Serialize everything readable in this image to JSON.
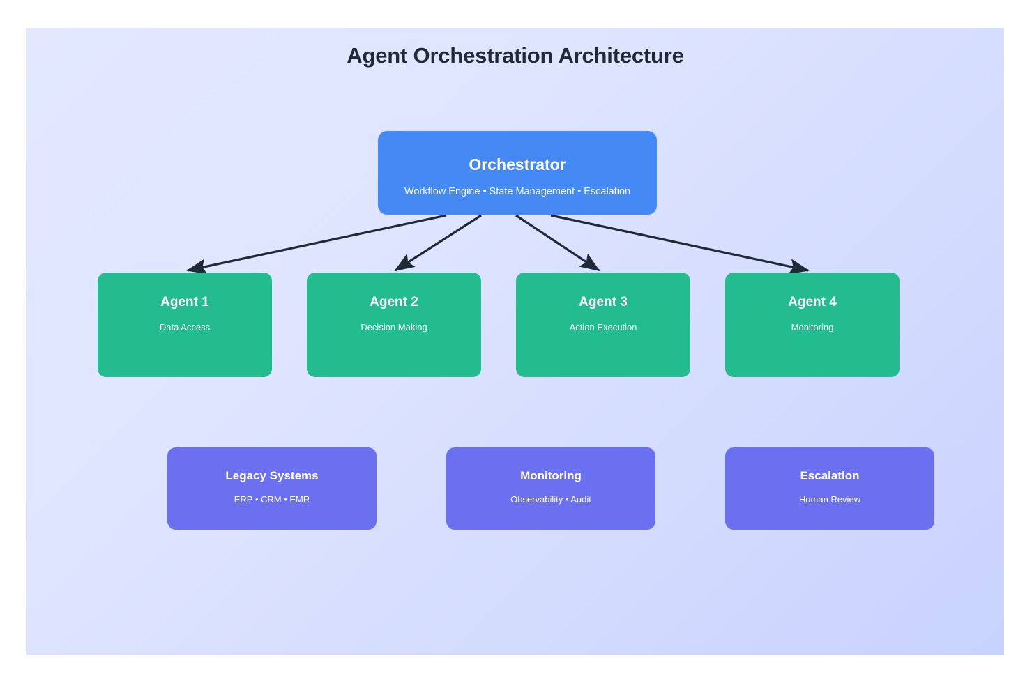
{
  "diagram": {
    "title": "Agent Orchestration Architecture",
    "background_gradient_from": "#e3e8ff",
    "background_gradient_to": "#c7d2fe",
    "edge_color": "#1f2937"
  },
  "orchestrator": {
    "title": "Orchestrator",
    "subtitle": "Workflow Engine • State Management • Escalation",
    "color": "#4589f5"
  },
  "agents": {
    "color": "#22bc8e",
    "items": [
      {
        "title": "Agent 1",
        "subtitle": "Data Access"
      },
      {
        "title": "Agent 2",
        "subtitle": "Decision Making"
      },
      {
        "title": "Agent 3",
        "subtitle": "Action Execution"
      },
      {
        "title": "Agent 4",
        "subtitle": "Monitoring"
      }
    ]
  },
  "support": {
    "color": "#6b70f0",
    "items": [
      {
        "title": "Legacy Systems",
        "subtitle": "ERP • CRM • EMR"
      },
      {
        "title": "Monitoring",
        "subtitle": "Observability • Audit"
      },
      {
        "title": "Escalation",
        "subtitle": "Human Review"
      }
    ]
  },
  "edges": [
    {
      "from": "orchestrator",
      "to": "Agent 1"
    },
    {
      "from": "orchestrator",
      "to": "Agent 2"
    },
    {
      "from": "orchestrator",
      "to": "Agent 3"
    },
    {
      "from": "orchestrator",
      "to": "Agent 4"
    }
  ]
}
